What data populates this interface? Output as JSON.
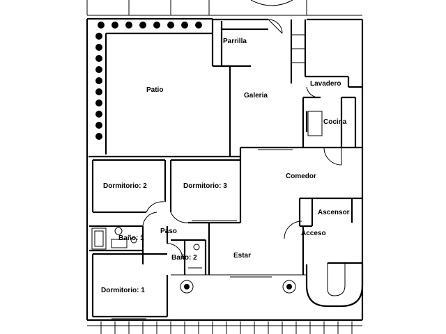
{
  "rooms": {
    "patio": "Patio",
    "parrilla": "Parrilla",
    "galeria": "Galeria",
    "lavadero": "Lavadero",
    "cocina": "Cocina",
    "comedor": "Comedor",
    "ascensor": "Ascensor",
    "acceso": "Acceso",
    "estar": "Estar",
    "paso": "Paso",
    "dormitorio2": "Dormitorio: 2",
    "dormitorio3": "Dormitorio: 3",
    "dormitorio1": "Dormitorio: 1",
    "bano1": "Baño: 1",
    "bano2": "Baño: 2"
  }
}
